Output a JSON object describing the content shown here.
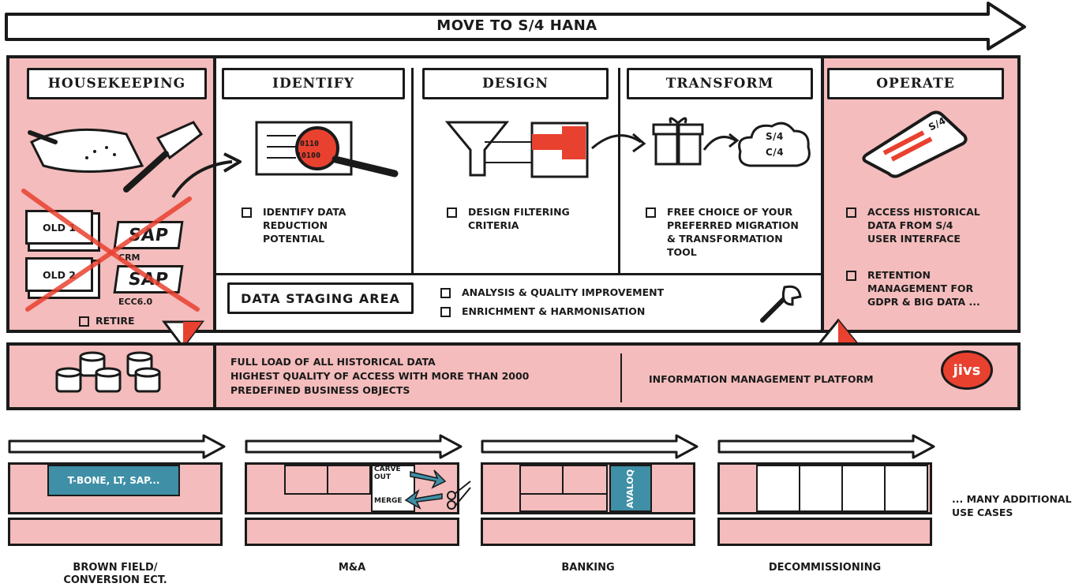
{
  "banner": {
    "title": "MOVE TO S/4 HANA"
  },
  "phases": {
    "housekeeping": {
      "label": "HOUSEKEEPING",
      "old1": "OLD 1",
      "old2": "OLD 2",
      "sap1": "SAP",
      "sap1_sub": "CRM",
      "sap2": "SAP",
      "sap2_sub": "ECC6.0",
      "retire": "RETIRE"
    },
    "identify": {
      "label": "IDENTIFY",
      "binary1": "0110",
      "binary2": "10100",
      "bullet": "IDENTIFY DATA\nREDUCTION\nPOTENTIAL"
    },
    "design": {
      "label": "DESIGN",
      "bullet": "DESIGN FILTERING\nCRITERIA"
    },
    "transform": {
      "label": "TRANSFORM",
      "cloud_line1": "S/4",
      "cloud_line2": "C/4",
      "bullet": "FREE CHOICE OF YOUR\nPREFERRED MIGRATION\n& TRANSFORMATION\nTOOL"
    },
    "operate": {
      "label": "OPERATE",
      "tablet_text": "S/4",
      "bullet1": "ACCESS HISTORICAL\nDATA FROM S/4\nUSER INTERFACE",
      "bullet2": "RETENTION\nMANAGEMENT FOR\nGDPR & BIG DATA ..."
    }
  },
  "staging": {
    "label": "DATA STAGING AREA",
    "item1": "ANALYSIS & QUALITY IMPROVEMENT",
    "item2": "ENRICHMENT & HARMONISATION"
  },
  "platform": {
    "text": "FULL LOAD OF ALL HISTORICAL DATA\nHIGHEST QUALITY OF ACCESS WITH MORE THAN 2000\nPREDEFINED BUSINESS OBJECTS",
    "name": "INFORMATION MANAGEMENT PLATFORM",
    "logo": "jivs"
  },
  "use_cases": {
    "brownfield": {
      "label": "BROWN FIELD/\nCONVERSION ECT.",
      "tag": "T-BONE, LT, SAP..."
    },
    "ma": {
      "label": "M&A",
      "carve": "CARVE\nOUT",
      "merge": "MERGE"
    },
    "banking": {
      "label": "BANKING",
      "tag": "AVALOQ"
    },
    "decom": {
      "label": "DECOMMISSIONING"
    },
    "more": "... MANY ADDITIONAL\nUSE CASES"
  },
  "colors": {
    "pink": "#f4bcbc",
    "red": "#e8412f",
    "teal": "#3f8fa6",
    "ink": "#1a1a1a"
  }
}
